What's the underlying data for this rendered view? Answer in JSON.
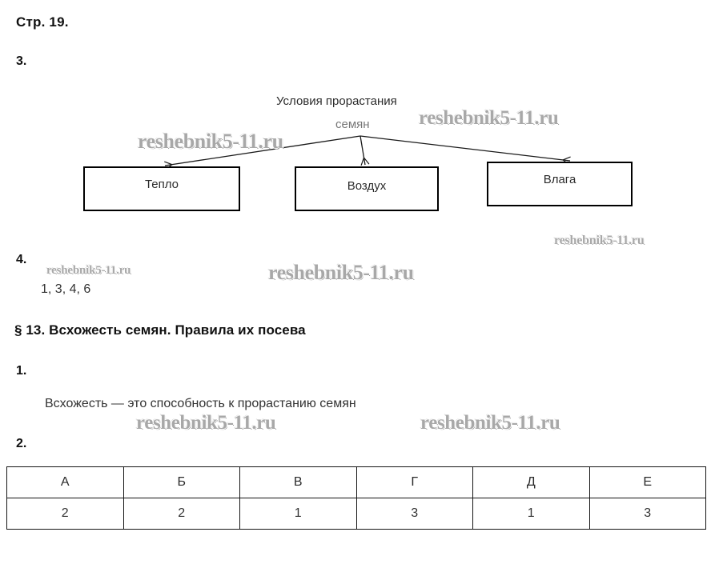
{
  "page": {
    "label": "Стр. 19."
  },
  "questions": {
    "q3": {
      "number": "3."
    },
    "q4": {
      "number": "4.",
      "answer": "1, 3, 4, 6"
    },
    "q1": {
      "number": "1.",
      "answer": "Всхожесть — это способность к прорастанию семян"
    },
    "q2": {
      "number": "2."
    }
  },
  "section": {
    "heading": "§ 13. Всхожесть семян. Правила их посева"
  },
  "diagram": {
    "title_line1": "Условия прорастания",
    "title_line2": "семян",
    "nodes": [
      {
        "label": "Тепло"
      },
      {
        "label": "Воздух"
      },
      {
        "label": "Влага"
      }
    ]
  },
  "watermarks": [
    {
      "text": "reshebnik5-11.ru"
    },
    {
      "text": "reshebnik5-11.ru"
    },
    {
      "text": "reshebnik5-11.ru"
    },
    {
      "text": "reshebnik5-11.ru"
    },
    {
      "text": "reshebnik5-11.ru"
    },
    {
      "text": "reshebnik5-11.ru"
    },
    {
      "text": "reshebnik5-11.ru"
    }
  ],
  "table": {
    "headers": [
      "А",
      "Б",
      "В",
      "Г",
      "Д",
      "Е"
    ],
    "values": [
      "2",
      "2",
      "1",
      "3",
      "1",
      "3"
    ]
  },
  "colors": {
    "text": "#2b2b2b",
    "heading": "#111111",
    "border": "#000000",
    "watermark": "#a8a8a8",
    "background": "#ffffff"
  }
}
